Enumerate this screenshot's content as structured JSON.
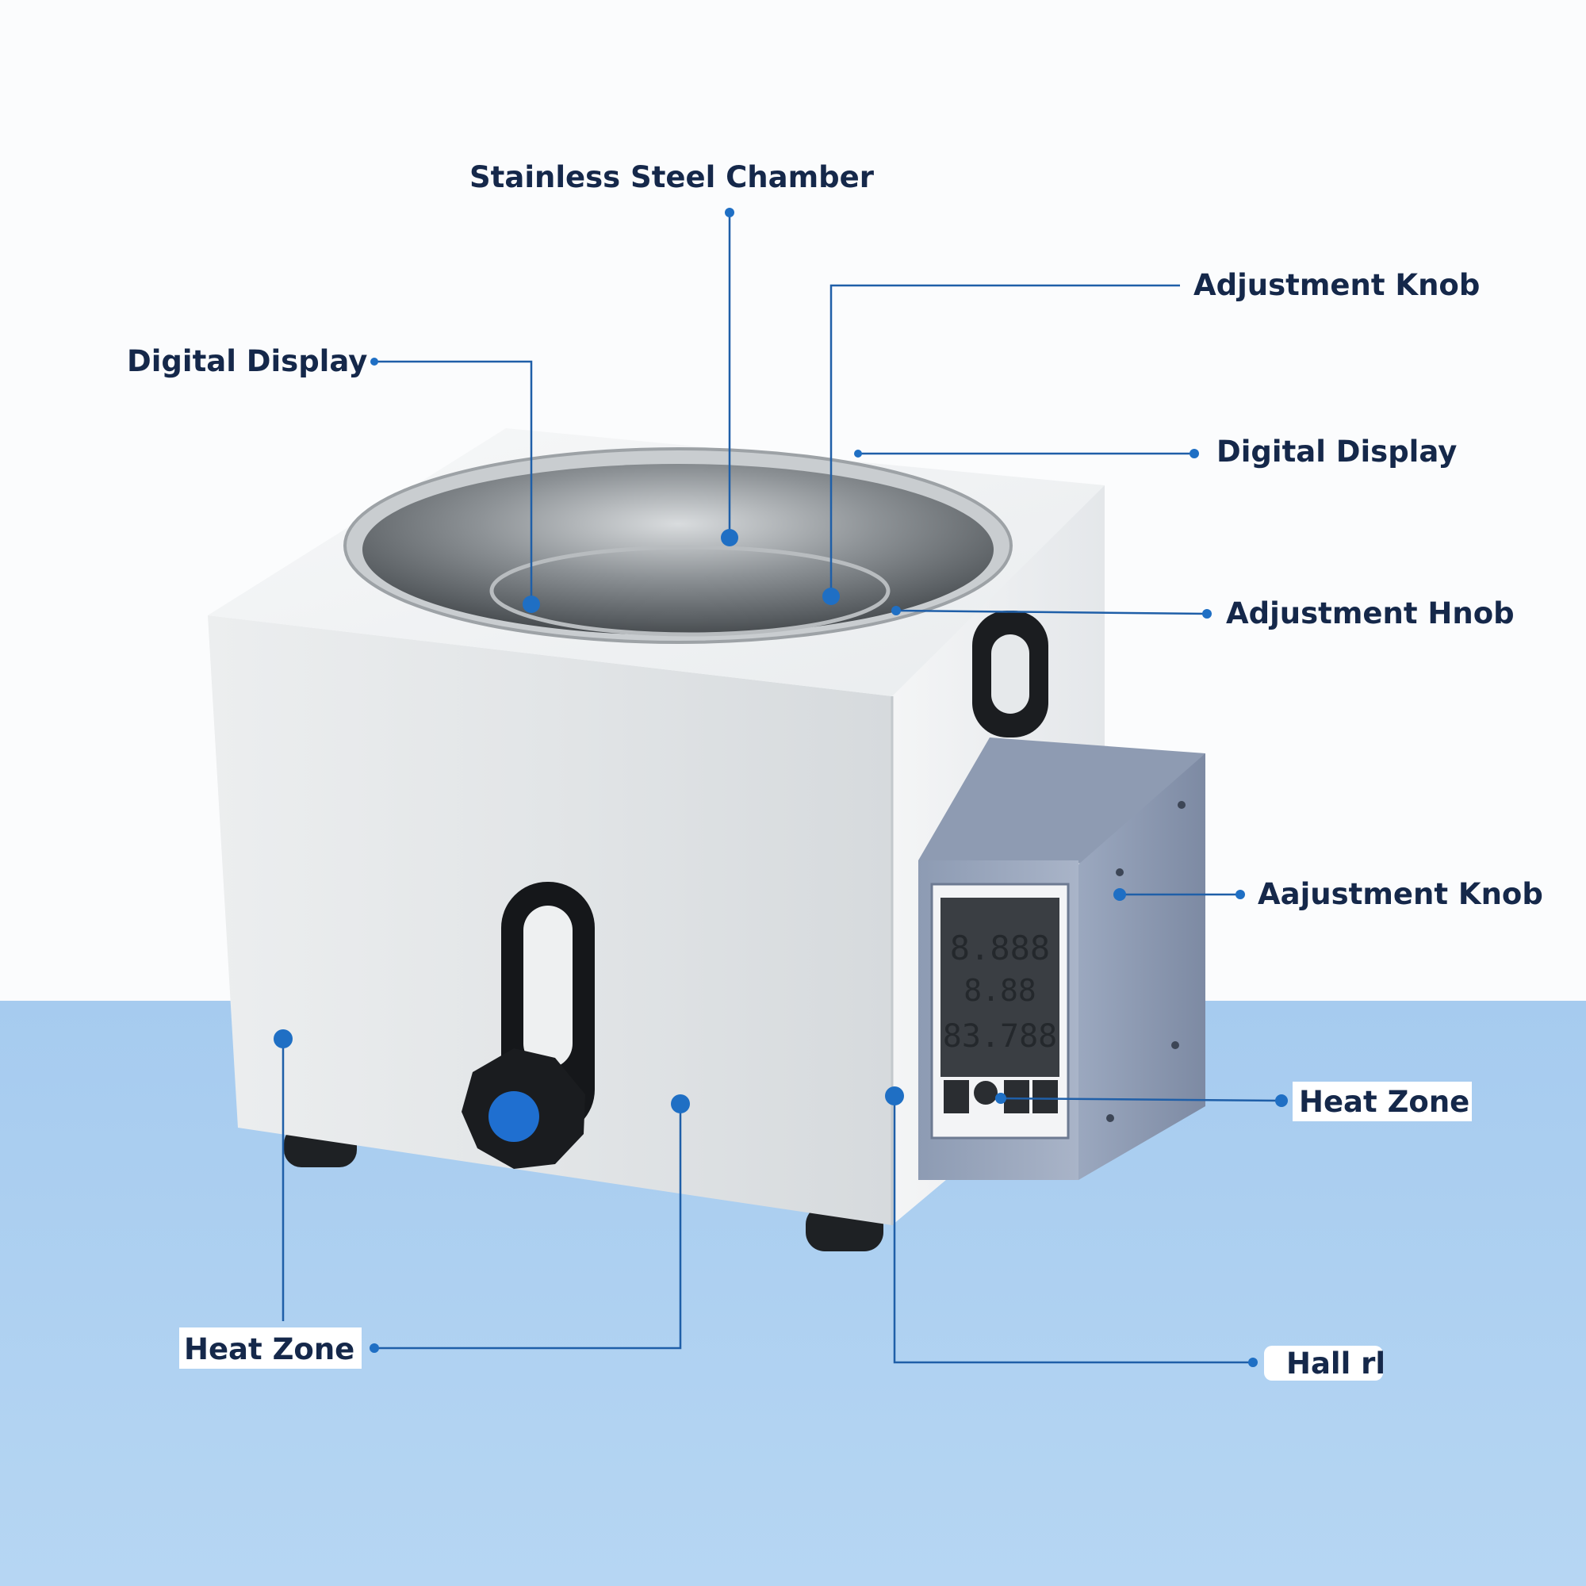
{
  "callouts": [
    {
      "id": "stainless-steel-chamber",
      "label": "Stainless Steel Chamber"
    },
    {
      "id": "digital-display-left",
      "label": "Digital Display"
    },
    {
      "id": "adjustment-knob-top",
      "label": "Adjustment Knob"
    },
    {
      "id": "digital-display-right",
      "label": "Digital Display"
    },
    {
      "id": "adjustment-knob-mid",
      "label": "Adjustment Hnob"
    },
    {
      "id": "adjustment-knob-side",
      "label": "Aajustment Knob"
    },
    {
      "id": "heat-zone-right",
      "label": "Heat Zone"
    },
    {
      "id": "heat-zone-left",
      "label": "Heat Zone"
    },
    {
      "id": "hall-label",
      "label": "Hall rl"
    }
  ],
  "display": {
    "row1": "8.888",
    "row2": "8.88",
    "row3": "83.788"
  },
  "colors": {
    "accent": "#1f6fc4",
    "label": "#15284a",
    "floor": "#a9cdef",
    "knob": "#1f6fd0"
  }
}
